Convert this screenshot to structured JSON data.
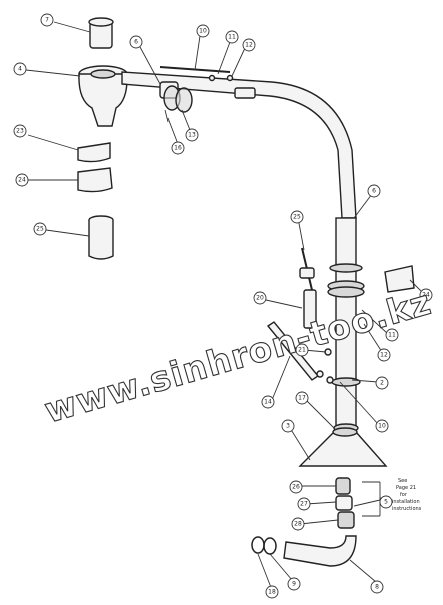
{
  "watermark": "www.sinhron-too.kz",
  "callouts": [
    {
      "id": "c7",
      "label": "7"
    },
    {
      "id": "c6a",
      "label": "6"
    },
    {
      "id": "c4",
      "label": "4"
    },
    {
      "id": "c10a",
      "label": "10"
    },
    {
      "id": "c11a",
      "label": "11"
    },
    {
      "id": "c12a",
      "label": "12"
    },
    {
      "id": "c13",
      "label": "13"
    },
    {
      "id": "c16",
      "label": "16"
    },
    {
      "id": "c23",
      "label": "23"
    },
    {
      "id": "c24a",
      "label": "24"
    },
    {
      "id": "c25",
      "label": "25"
    },
    {
      "id": "c6b",
      "label": "6"
    },
    {
      "id": "c25b",
      "label": "25"
    },
    {
      "id": "c24b",
      "label": "24"
    },
    {
      "id": "c20",
      "label": "20"
    },
    {
      "id": "c11b",
      "label": "11"
    },
    {
      "id": "c12b",
      "label": "12"
    },
    {
      "id": "c21",
      "label": "21"
    },
    {
      "id": "c14",
      "label": "14"
    },
    {
      "id": "c2",
      "label": "2"
    },
    {
      "id": "c10b",
      "label": "10"
    },
    {
      "id": "c17",
      "label": "17"
    },
    {
      "id": "c3",
      "label": "3"
    },
    {
      "id": "c26",
      "label": "26"
    },
    {
      "id": "c27",
      "label": "27"
    },
    {
      "id": "c5",
      "label": "5"
    },
    {
      "id": "c28",
      "label": "28"
    },
    {
      "id": "c8",
      "label": "8"
    },
    {
      "id": "c9",
      "label": "9"
    },
    {
      "id": "c18",
      "label": "18"
    }
  ],
  "note": {
    "lines": [
      "See",
      "Page 21",
      "for",
      "installation",
      "instructions"
    ]
  }
}
